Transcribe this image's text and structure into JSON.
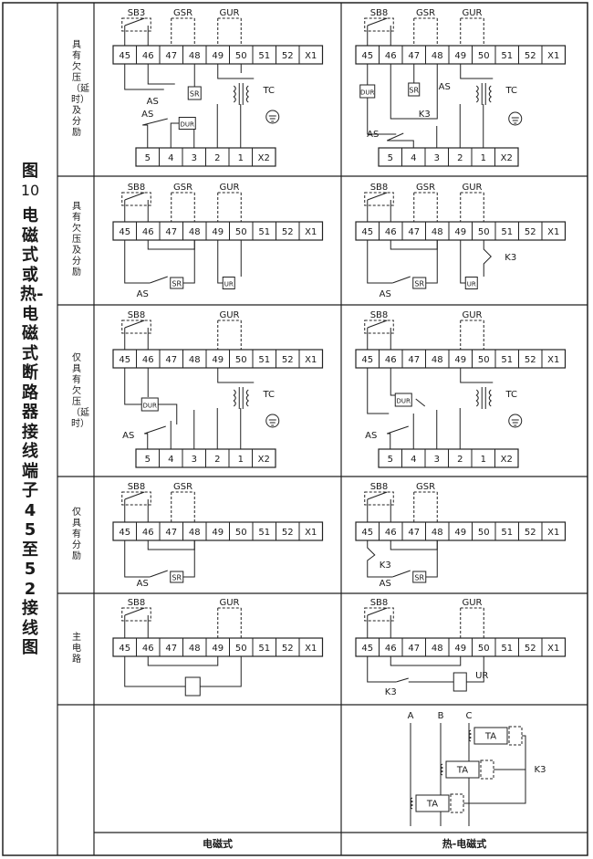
{
  "figure": {
    "number_prefix": "图",
    "number": "10",
    "title": "电磁式或热-电磁式断路器接线端子45至52接线图"
  },
  "columns": {
    "left": "电磁式",
    "right": "热-电磁式"
  },
  "rows": [
    {
      "label": "具有欠压（延时）及分励"
    },
    {
      "label": "具有欠压及分励"
    },
    {
      "label": "仅具有欠压（延时）"
    },
    {
      "label": "仅具有分励"
    },
    {
      "label": "主电路"
    },
    {
      "label": ""
    }
  ],
  "terminals_upper": [
    "45",
    "46",
    "47",
    "48",
    "49",
    "50",
    "51",
    "52",
    "X1"
  ],
  "terminals_lower": [
    "5",
    "4",
    "3",
    "2",
    "1",
    "X2"
  ],
  "labels": {
    "sb3": "SB3",
    "sb8": "SB8",
    "gsr": "GSR",
    "gur": "GUR",
    "as": "AS",
    "sr": "SR",
    "dur": "DUR",
    "ur": "UR",
    "tc": "TC",
    "k3": "K3",
    "ta": "TA",
    "phase_a": "A",
    "phase_b": "B",
    "phase_c": "C"
  }
}
